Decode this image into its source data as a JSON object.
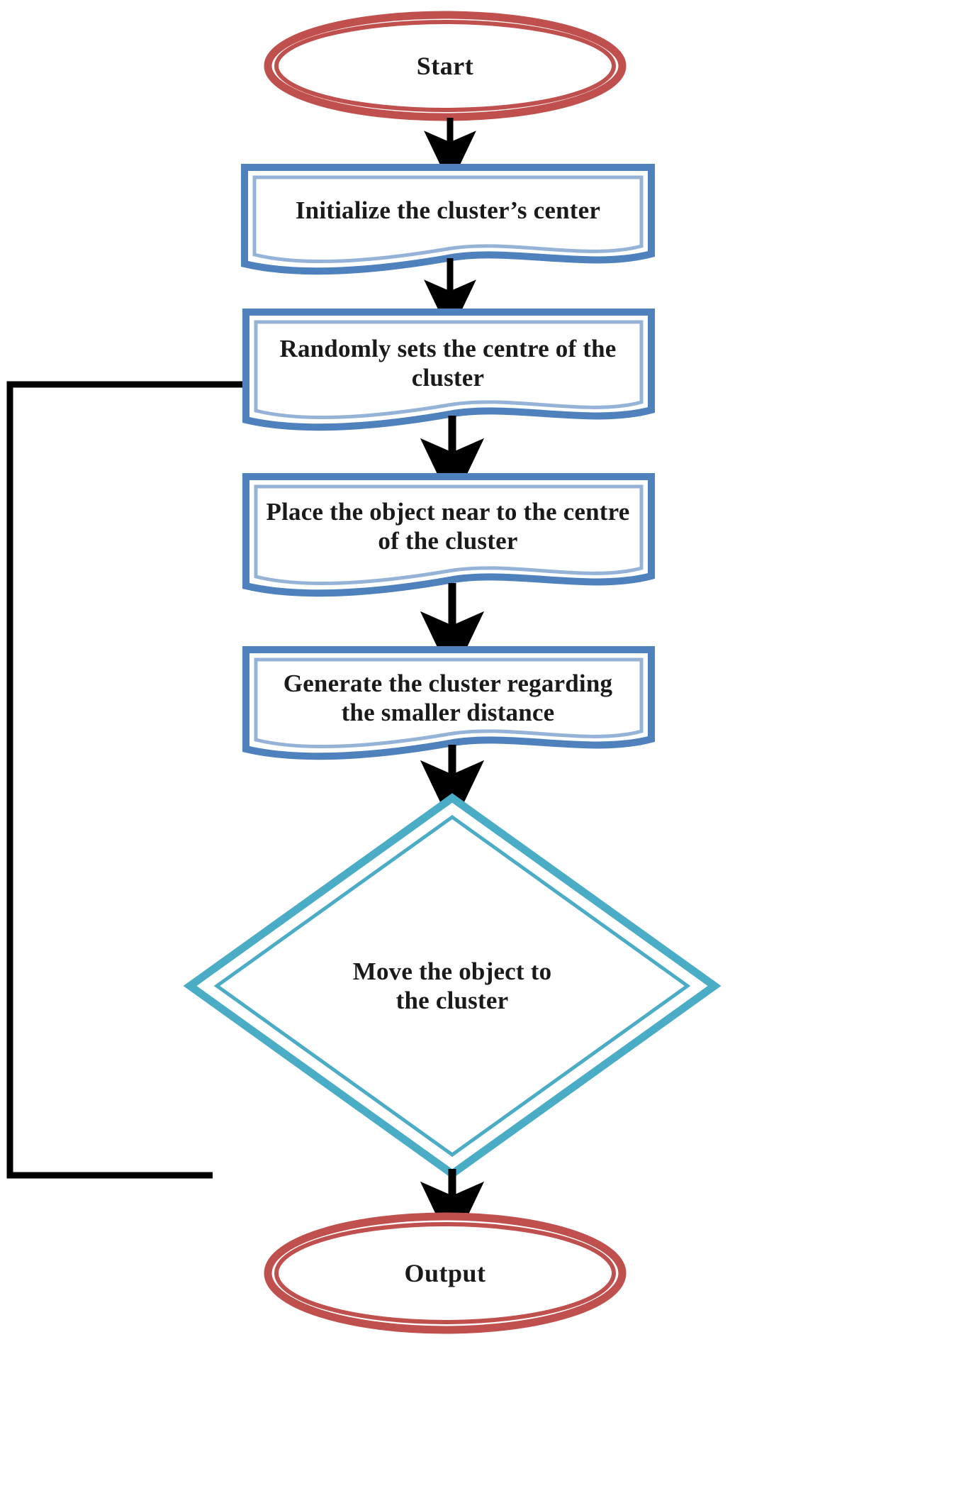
{
  "diagram": {
    "type": "flowchart",
    "title": "Clustering algorithm flowchart",
    "orientation": "top-to-bottom",
    "background_color": "#FFFFFF",
    "palette": {
      "terminal_stroke": "#C0504D",
      "process_stroke": "#4F81BD",
      "process_stroke_light": "#95B3D7",
      "decision_stroke": "#4BACC6",
      "connector_stroke": "#000000",
      "text_color": "#1A1A1A",
      "fill": "#FFFFFF"
    },
    "nodes": [
      {
        "id": "start",
        "shape": "ellipse",
        "label": "Start",
        "stroke": "#C0504D",
        "style": "double-line"
      },
      {
        "id": "init",
        "shape": "document",
        "label": "Initialize the cluster’s center",
        "stroke": "#4F81BD",
        "style": "double-line"
      },
      {
        "id": "random",
        "shape": "document",
        "label": "Randomly sets the centre of the\ncluster",
        "stroke": "#4F81BD",
        "style": "double-line"
      },
      {
        "id": "place",
        "shape": "document",
        "label": "Place the object near to the centre\nof the cluster",
        "stroke": "#4F81BD",
        "style": "double-line"
      },
      {
        "id": "generate",
        "shape": "document",
        "label": "Generate the cluster regarding\nthe smaller distance",
        "stroke": "#4F81BD",
        "style": "double-line"
      },
      {
        "id": "move",
        "shape": "diamond",
        "label": "Move the object to\nthe cluster",
        "stroke": "#4BACC6",
        "style": "double-line"
      },
      {
        "id": "output",
        "shape": "ellipse",
        "label": "Output",
        "stroke": "#C0504D",
        "style": "double-line"
      }
    ],
    "edges": [
      {
        "id": "e1",
        "from": "start",
        "to": "init",
        "label": "",
        "kind": "straight-down"
      },
      {
        "id": "e2",
        "from": "init",
        "to": "random",
        "label": "",
        "kind": "straight-down"
      },
      {
        "id": "e3",
        "from": "random",
        "to": "place",
        "label": "",
        "kind": "straight-down"
      },
      {
        "id": "e4",
        "from": "place",
        "to": "generate",
        "label": "",
        "kind": "straight-down"
      },
      {
        "id": "e5",
        "from": "generate",
        "to": "move",
        "label": "",
        "kind": "straight-down"
      },
      {
        "id": "e6",
        "from": "move",
        "to": "output",
        "label": "",
        "kind": "straight-down"
      },
      {
        "id": "e7",
        "from": "move",
        "to": "random",
        "label": "",
        "kind": "feedback-loop-left"
      }
    ]
  }
}
